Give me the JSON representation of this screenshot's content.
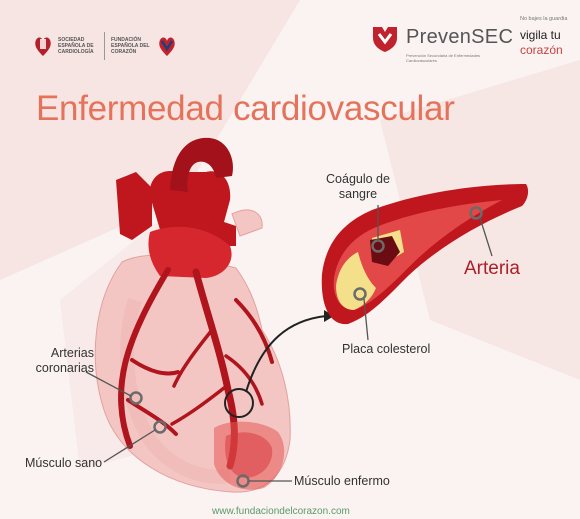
{
  "header": {
    "logo_left": {
      "sociedad": "Sociedad Española de Cardiología",
      "fundacion": "Fundación Española del Corazón"
    },
    "logo_right": {
      "name": "PrevenSEC",
      "subtitle": "Prevención Secundaria de Enfermedades Cardiovasculares",
      "tagline_small": "No bajes la guardia",
      "tagline_line1": "vigila tu",
      "tagline_line2": "corazón"
    }
  },
  "title": "Enfermedad cardiovascular",
  "labels": {
    "coagulo": "Coágulo de sangre",
    "arteria": "Arteria",
    "placa": "Placa colesterol",
    "arterias_coronarias": "Arterias coronarias",
    "musculo_sano": "Músculo sano",
    "musculo_enfermo": "Músculo enfermo"
  },
  "footer": "www.fundaciondelcorazon.com",
  "colors": {
    "title": "#e5735b",
    "heart_red": "#c0161e",
    "heart_pink": "#f3c6c4",
    "plaque": "#f4e08a",
    "brand_red": "#c5453e"
  }
}
